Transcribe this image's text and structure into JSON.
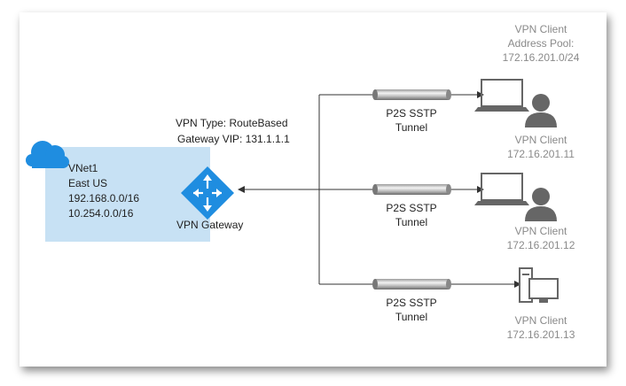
{
  "vnet": {
    "name": "VNet1",
    "region": "East US",
    "prefixes": [
      "192.168.0.0/16",
      "10.254.0.0/16"
    ]
  },
  "gateway": {
    "vpn_type": "VPN Type: RouteBased",
    "vip": "Gateway VIP: 131.1.1.1",
    "label": "VPN Gateway"
  },
  "pool": {
    "lines": [
      "VPN Client",
      "Address Pool:",
      "172.16.201.0/24"
    ]
  },
  "tunnels": [
    {
      "line1": "P2S SSTP",
      "line2": "Tunnel"
    },
    {
      "line1": "P2S SSTP",
      "line2": "Tunnel"
    },
    {
      "line1": "P2S SSTP",
      "line2": "Tunnel"
    }
  ],
  "clients": [
    {
      "name": "VPN Client",
      "ip": "172.16.201.11",
      "device": "laptop-with-user-icon"
    },
    {
      "name": "VPN Client",
      "ip": "172.16.201.12",
      "device": "laptop-with-user-icon"
    },
    {
      "name": "VPN Client",
      "ip": "172.16.201.13",
      "device": "desktop-pc-icon"
    }
  ],
  "colors": {
    "vnet_fill": "#c7e1f4",
    "azure_blue": "#1f8de0",
    "text_dark": "#222222",
    "text_gray": "#8a8a8a",
    "device_gray": "#666666",
    "line": "#333333"
  }
}
